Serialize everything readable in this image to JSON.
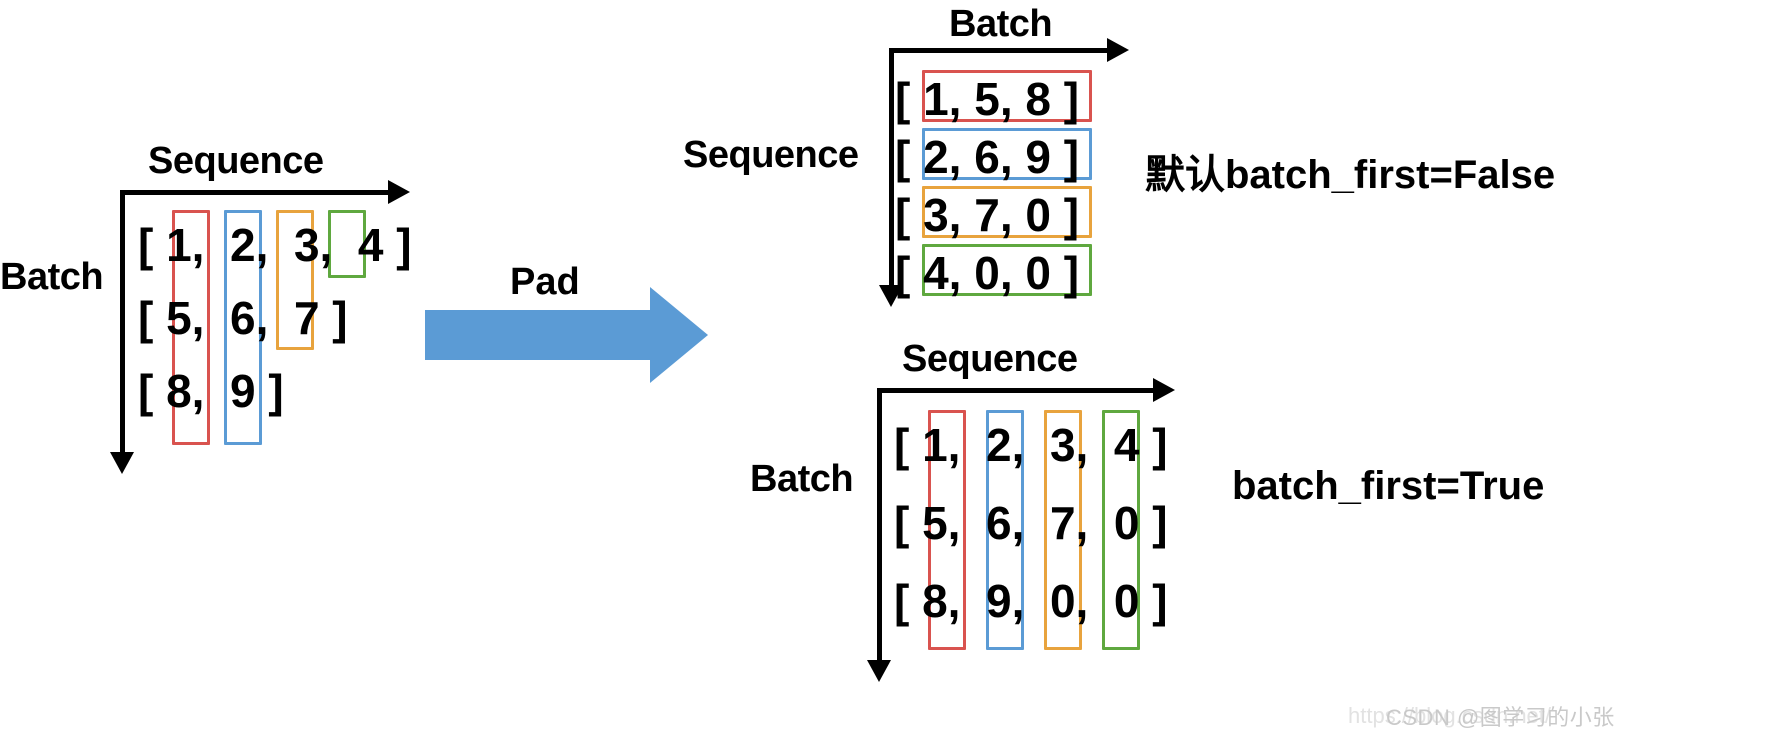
{
  "diagram": {
    "title_semantic": "pad-sequence-batch-first-illustration",
    "colors": {
      "red": "#D9534F",
      "blue": "#5B9BD5",
      "orange": "#E8A33D",
      "green": "#5FA83F",
      "pad_arrow": "#5B9BD5",
      "axis": "#000000",
      "watermark": "#c9c9c9"
    },
    "panels": {
      "left": {
        "name": "unpadded-ragged-batch",
        "x_axis_label": "Sequence",
        "y_axis_label": "Batch",
        "rows": [
          "[ 1,  2,  3,  4 ]",
          "[ 5,  6,  7 ]",
          "[ 8,  9 ]"
        ],
        "values": [
          [
            1,
            2,
            3,
            4
          ],
          [
            5,
            6,
            7
          ],
          [
            8,
            9
          ]
        ],
        "highlight_orientation": "columns",
        "highlights": [
          {
            "color_key": "red",
            "column": 1,
            "spans_rows": 3
          },
          {
            "color_key": "blue",
            "column": 2,
            "spans_rows": 3
          },
          {
            "color_key": "orange",
            "column": 3,
            "spans_rows": 2
          },
          {
            "color_key": "green",
            "column": 4,
            "spans_rows": 1
          }
        ]
      },
      "top_right": {
        "name": "padded-seq-first",
        "x_axis_label": "Batch",
        "y_axis_label": "Sequence",
        "rows": [
          "[ 1, 5, 8 ]",
          "[ 2, 6, 9 ]",
          "[ 3, 7, 0 ]",
          "[ 4, 0, 0 ]"
        ],
        "values": [
          [
            1,
            5,
            8
          ],
          [
            2,
            6,
            9
          ],
          [
            3,
            7,
            0
          ],
          [
            4,
            0,
            0
          ]
        ],
        "highlight_orientation": "rows",
        "highlights": [
          {
            "color_key": "red",
            "row": 1
          },
          {
            "color_key": "blue",
            "row": 2
          },
          {
            "color_key": "orange",
            "row": 3
          },
          {
            "color_key": "green",
            "row": 4
          }
        ],
        "note": "默认batch_first=False"
      },
      "bottom_right": {
        "name": "padded-batch-first",
        "x_axis_label": "Sequence",
        "y_axis_label": "Batch",
        "rows": [
          "[ 1,  2,  3,  4 ]",
          "[ 5,  6,  7,  0 ]",
          "[ 8,  9,  0,  0 ]"
        ],
        "values": [
          [
            1,
            2,
            3,
            4
          ],
          [
            5,
            6,
            7,
            0
          ],
          [
            8,
            9,
            0,
            0
          ]
        ],
        "highlight_orientation": "columns",
        "highlights": [
          {
            "color_key": "red",
            "column": 1,
            "spans_rows": 3
          },
          {
            "color_key": "blue",
            "column": 2,
            "spans_rows": 3
          },
          {
            "color_key": "orange",
            "column": 3,
            "spans_rows": 3
          },
          {
            "color_key": "green",
            "column": 4,
            "spans_rows": 3
          }
        ],
        "note": "batch_first=True"
      }
    },
    "transform": {
      "label": "Pad",
      "icon": "right-block-arrow"
    },
    "watermark": {
      "url": "https://blog.csdn.net/",
      "text": "CSDN @图学习的小张"
    }
  }
}
